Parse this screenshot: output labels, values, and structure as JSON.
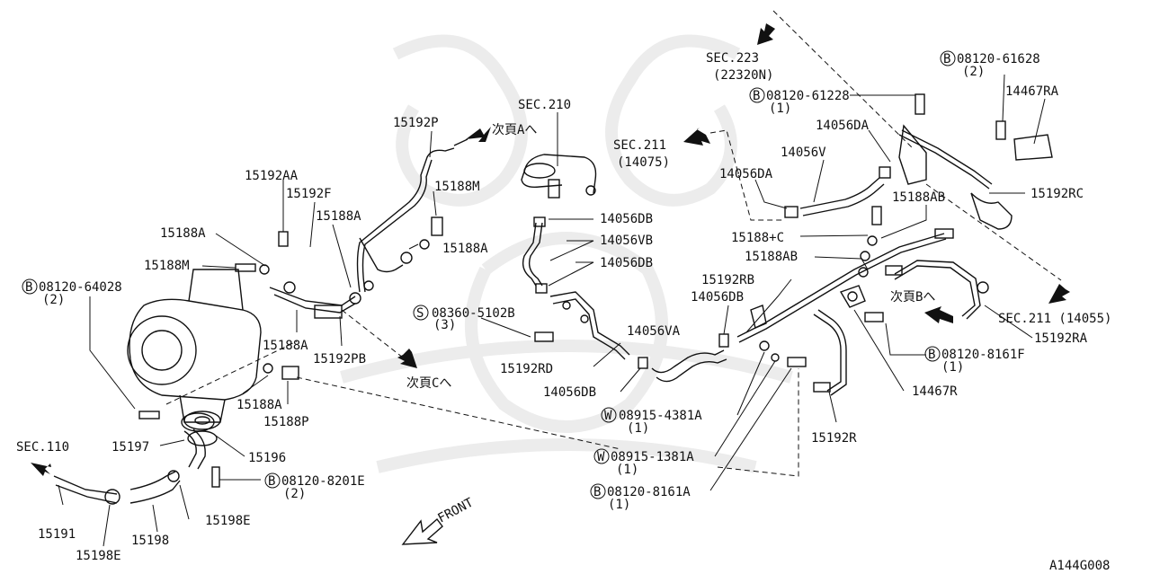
{
  "diagram": {
    "code": "A144G008",
    "labels": {
      "l15192P": "15192P",
      "l_next_A": "次頁Aへ",
      "lSEC210": "SEC.210",
      "lSEC223": "SEC.223",
      "lSEC223_sub": "(22320N)",
      "lB_61628": "08120-61628",
      "lB_61628_q": "(2)",
      "l14467RA": "14467RA",
      "lB_61228": "08120-61228",
      "lB_61228_q": "(1)",
      "l14056DA_a": "14056DA",
      "lSEC211_top": "SEC.211",
      "lSEC211_top_sub": "(14075)",
      "l14056V": "14056V",
      "l14056DA_b": "14056DA",
      "l15192RC": "15192RC",
      "l15188AB_a": "15188AB",
      "l15192AA": "15192AA",
      "l15192F": "15192F",
      "l15188M_a": "15188M",
      "l14056DB_a": "14056DB",
      "l15188A_a": "15188A",
      "l15188A_b": "15188A",
      "l15188A_c": "15188A",
      "l14056VB": "14056VB",
      "l15188p_C": "15188+C",
      "l15188M_b": "15188M",
      "l14056DB_b": "14056DB",
      "l15188AB_b": "15188AB",
      "lB_64028": "08120-64028",
      "lB_64028_q": "(2)",
      "l15192RB": "15192RB",
      "l14056DB_c": "14056DB",
      "l_next_B": "次頁Bへ",
      "lS_08360": "08360-5102B",
      "lS_08360_q": "(3)",
      "lSEC211_right": "SEC.211  (14055)",
      "l14056VA": "14056VA",
      "l15188A_d": "15188A",
      "l15192PB": "15192PB",
      "l15192RA": "15192RA",
      "lB_8161F": "08120-8161F",
      "lB_8161F_q": "(1)",
      "l15192RD": "15192RD",
      "l_next_C": "次頁Cへ",
      "l14467R": "14467R",
      "l15188A_e": "15188A",
      "l14056DB_d": "14056DB",
      "l15188P": "15188P",
      "lW_4381A": "08915-4381A",
      "lW_4381A_q": "(1)",
      "l15192R": "15192R",
      "lSEC110": "SEC.110",
      "l15197": "15197",
      "l15196": "15196",
      "lW_1381A": "08915-1381A",
      "lW_1381A_q": "(1)",
      "lB_8201E": "08120-8201E",
      "lB_8201E_q": "(2)",
      "lB_8161A": "08120-8161A",
      "lB_8161A_q": "(1)",
      "lFRONT": "FRONT",
      "l15198E_a": "15198E",
      "l15191": "15191",
      "l15198": "15198",
      "l15198E_b": "15198E"
    },
    "circle_marks": {
      "B": "B",
      "S": "S",
      "W": "W"
    }
  }
}
